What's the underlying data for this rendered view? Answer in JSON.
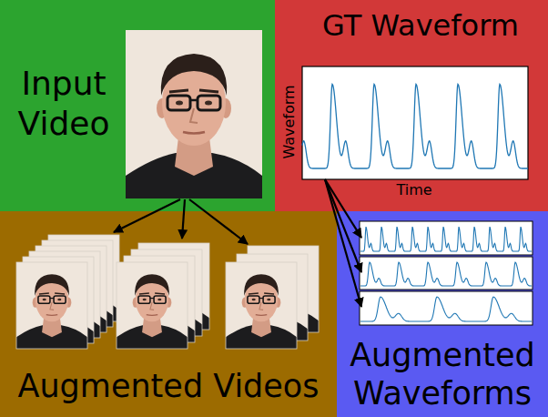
{
  "diagram": {
    "nodes": [
      {
        "text": [
          "Input Video"
        ]
      },
      {
        "text": [
          "GT Waveform"
        ]
      },
      {
        "text": [
          "Augmented Videos"
        ]
      },
      {
        "text": [
          "Augmented Waveforms"
        ]
      }
    ],
    "edges": [
      {
        "from": 0,
        "to": 2,
        "arrow": "to"
      },
      {
        "from": 0,
        "to": 2,
        "arrow": "to"
      },
      {
        "from": 0,
        "to": 2,
        "arrow": "to"
      },
      {
        "from": 1,
        "to": 3,
        "arrow": "to"
      },
      {
        "from": 1,
        "to": 3,
        "arrow": "to"
      },
      {
        "from": 1,
        "to": 3,
        "arrow": "to"
      }
    ],
    "labels": [
      "Waveform",
      "Time"
    ]
  }
}
